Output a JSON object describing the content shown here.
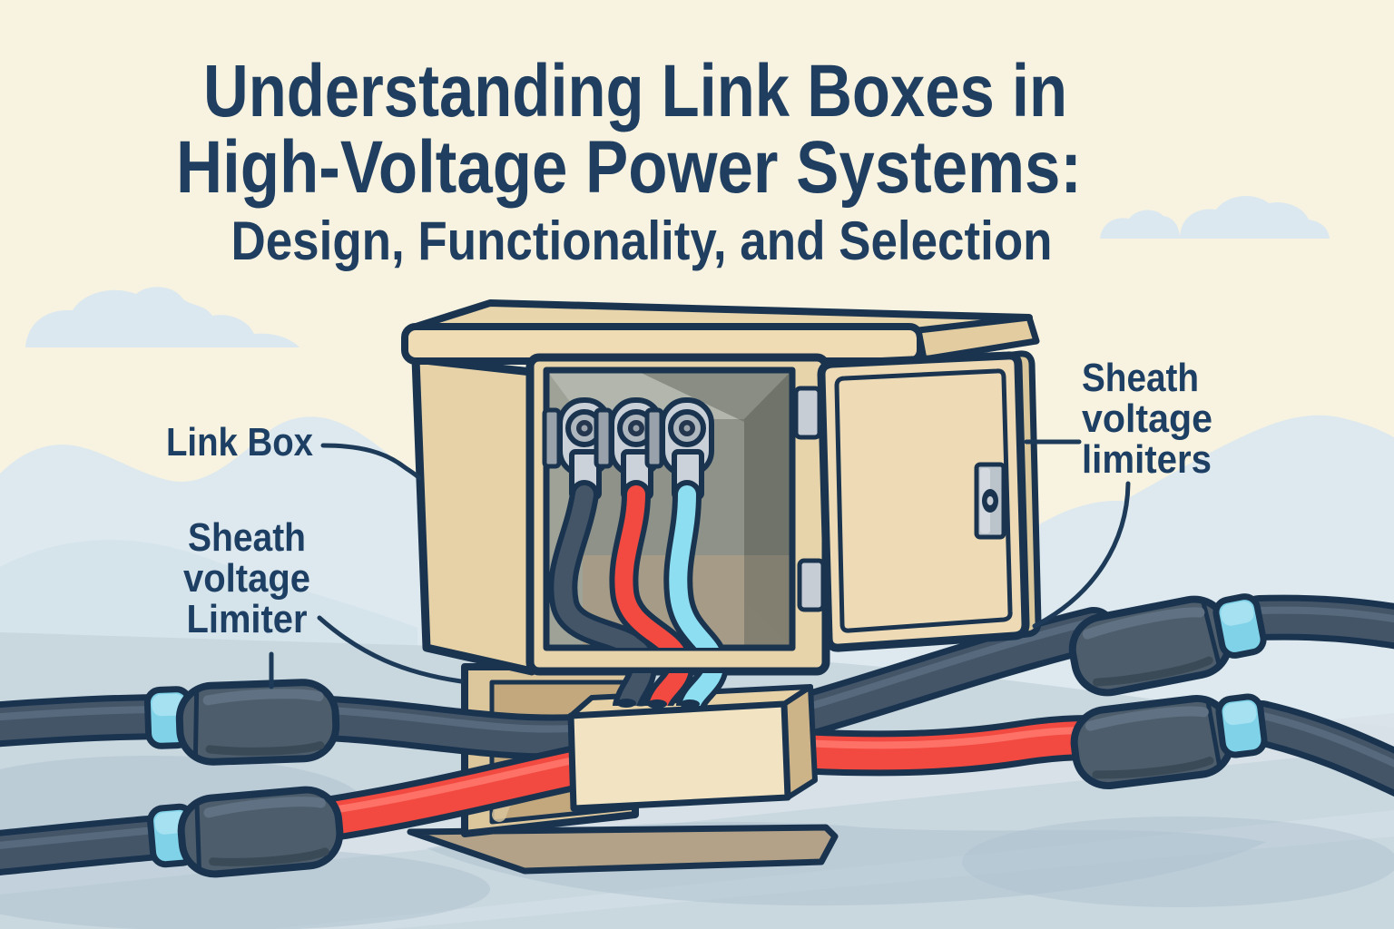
{
  "title": {
    "line1": "Understanding Link Boxes in",
    "line2": "High-Voltage Power Systems:",
    "line3": "Design, Functionality, and Selection"
  },
  "labels": {
    "link_box": "Link Box",
    "left_limiter": [
      "Sheath",
      "voltage",
      "Limiter"
    ],
    "right_limiters": [
      "Sheath",
      "voltage",
      "limiters"
    ]
  },
  "colors": {
    "sky_cream": "#f8f3e1",
    "hill_blue": "#dde9ee",
    "ground_blue_gray": "#c9d7df",
    "outline_navy": "#1a344f",
    "title_navy": "#1f3e60",
    "cabinet_tan": "#e8d4aa",
    "cabinet_tan_light": "#efdcb5",
    "pedestal_tan": "#dcc69c",
    "interior_gray": "#8f9289",
    "limiter_metal_gray": "#c9d0d7",
    "cable_dark_slate": "#445568",
    "cable_red": "#f24a40",
    "cable_light_blue": "#8edef2",
    "joint_gray": "#4d5d6b",
    "joint_band_blue": "#7fd2e8"
  }
}
